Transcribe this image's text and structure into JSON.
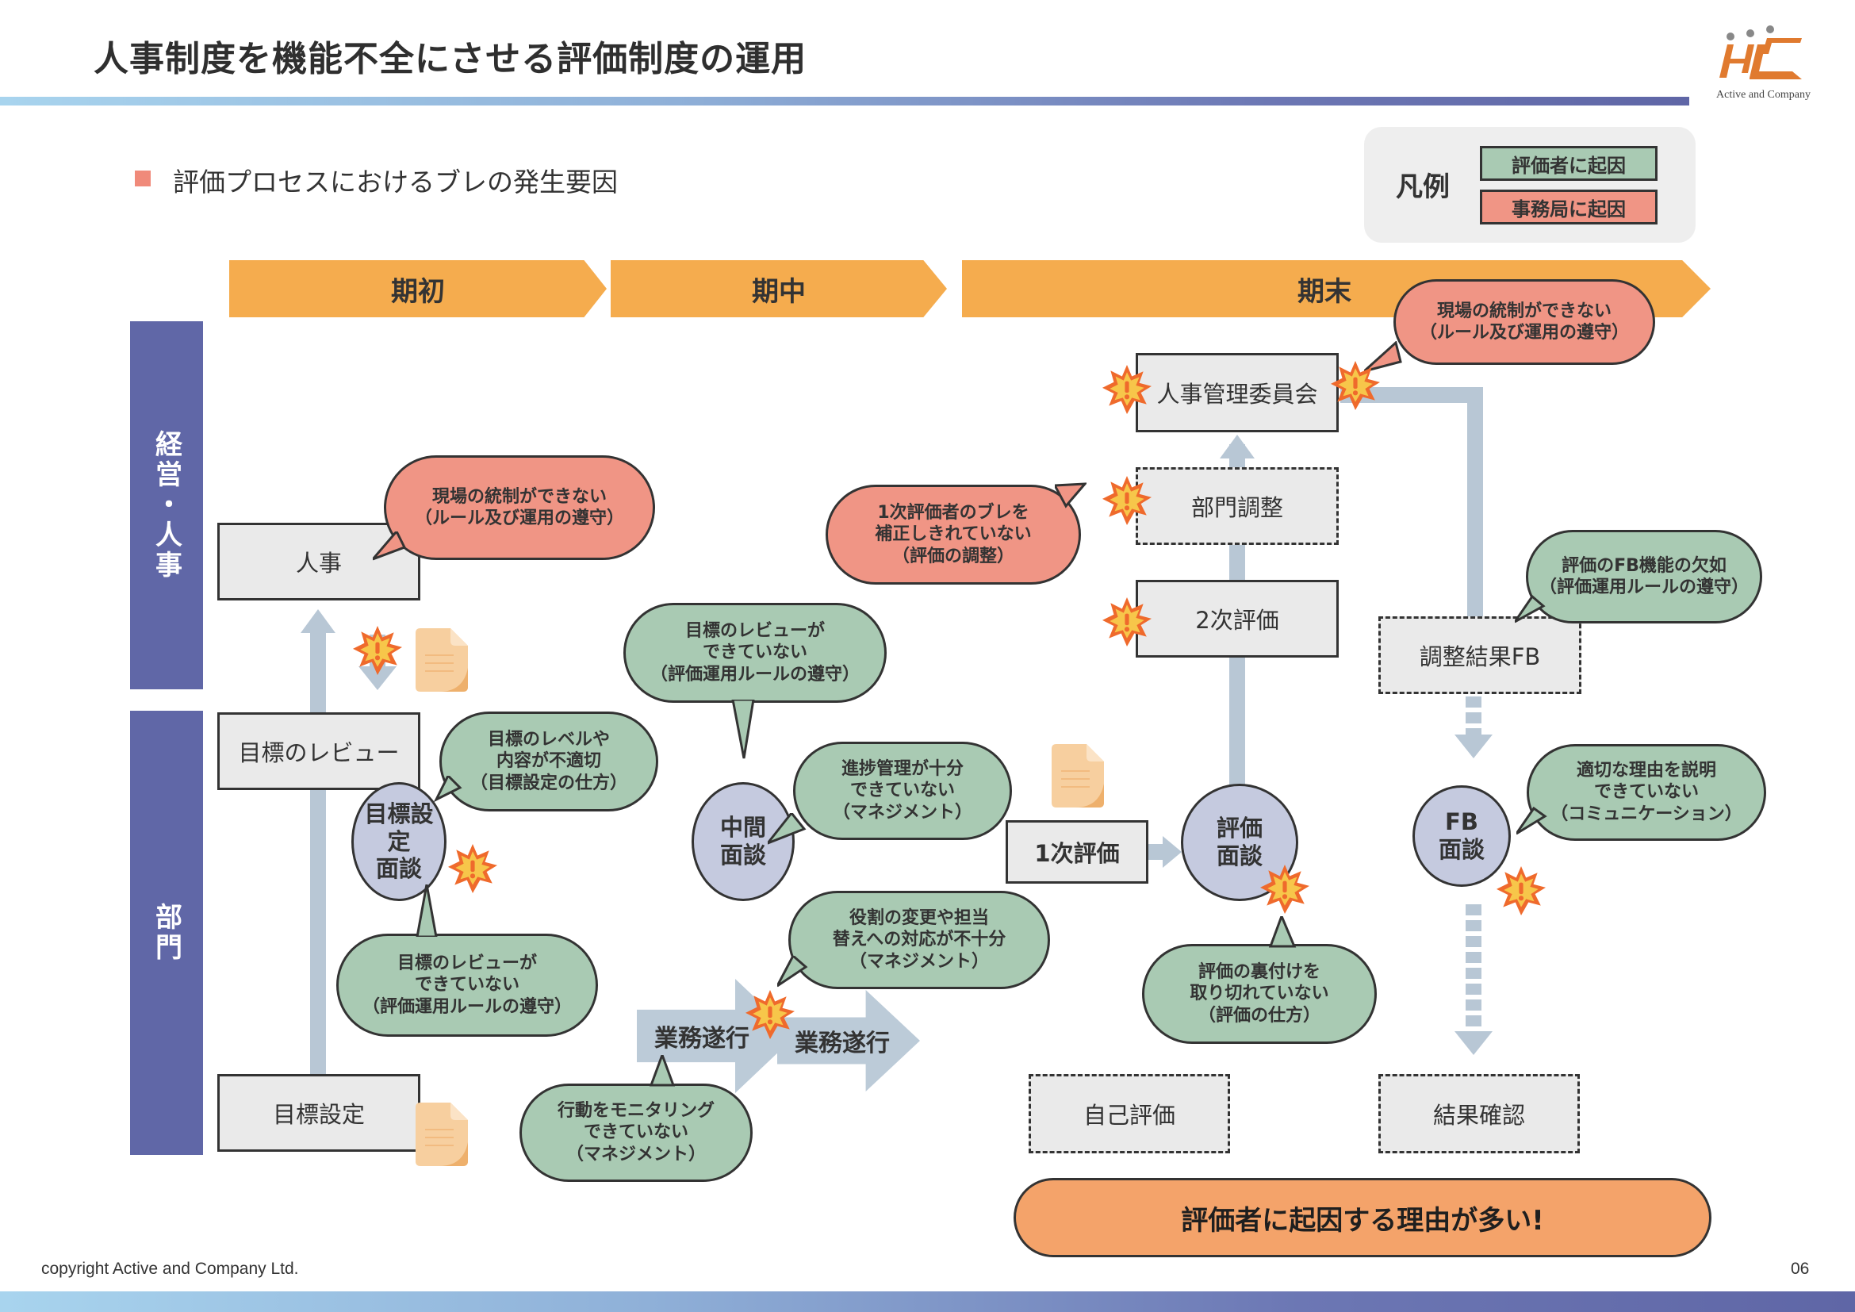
{
  "header": {
    "title": "人事制度を機能不全にさせる評価制度の運用",
    "logo_text": "Active and Company"
  },
  "subtitle": "評価プロセスにおけるブレの発生要因",
  "legend": {
    "title": "凡例",
    "items": [
      {
        "label": "評価者に起因",
        "color": "#a9cab3"
      },
      {
        "label": "事務局に起因",
        "color": "#f09585"
      }
    ]
  },
  "phases": [
    "期初",
    "期中",
    "期末"
  ],
  "lanes": [
    "経営・人事",
    "部門"
  ],
  "nodes": {
    "jinji": "人事",
    "mokuhyo_review": "目標のレビュー",
    "mokuhyo_settei": "目標設定",
    "mokuhyo_mendan": "目標設定\n面談",
    "chukan_mendan": "中間\n面談",
    "gyomu_1": "業務遂行",
    "gyomu_2": "業務遂行",
    "ichiji_hyoka": "1次評価",
    "hyoka_mendan": "評価\n面談",
    "niji_hyoka": "2次評価",
    "bumon_chosei": "部門調整",
    "iinkai": "人事管理委員会",
    "chosei_fb": "調整結果FB",
    "fb_mendan": "FB\n面談",
    "jiko_hyoka": "自己評価",
    "kekka_kakunin": "結果確認"
  },
  "callouts": {
    "c1": {
      "text": "現場の統制ができない\n（ルール及び運用の遵守）",
      "type": "事務局に起因"
    },
    "c2": {
      "text": "目標のレベルや\n内容が不適切\n（目標設定の仕方）",
      "type": "評価者に起因"
    },
    "c3": {
      "text": "目標のレビューが\nできていない\n（評価運用ルールの遵守）",
      "type": "評価者に起因"
    },
    "c4": {
      "text": "目標のレビューが\nできていない\n（評価運用ルールの遵守）",
      "type": "評価者に起因"
    },
    "c5": {
      "text": "進捗管理が十分\nできていない\n（マネジメント）",
      "type": "評価者に起因"
    },
    "c6": {
      "text": "役割の変更や担当\n替えへの対応が不十分\n（マネジメント）",
      "type": "評価者に起因"
    },
    "c7": {
      "text": "行動をモニタリング\nできていない\n（マネジメント）",
      "type": "評価者に起因"
    },
    "c8": {
      "text": "1次評価者のブレを\n補正しきれていない\n（評価の調整）",
      "type": "事務局に起因"
    },
    "c9": {
      "text": "評価の裏付けを\n取り切れていない\n（評価の仕方）",
      "type": "評価者に起因"
    },
    "c10": {
      "text": "現場の統制ができない\n（ルール及び運用の遵守）",
      "type": "事務局に起因"
    },
    "c11": {
      "text": "評価のFB機能の欠如\n（評価運用ルールの遵守）",
      "type": "評価者に起因"
    },
    "c12": {
      "text": "適切な理由を説明\nできていない\n（コミュニケーション）",
      "type": "評価者に起因"
    }
  },
  "conclusion": "評価者に起因する理由が多い!",
  "footer": {
    "copyright": "copyright Active and Company Ltd.",
    "page": "06"
  },
  "icons": {
    "warning": "warning-burst-icon",
    "document": "document-icon"
  }
}
